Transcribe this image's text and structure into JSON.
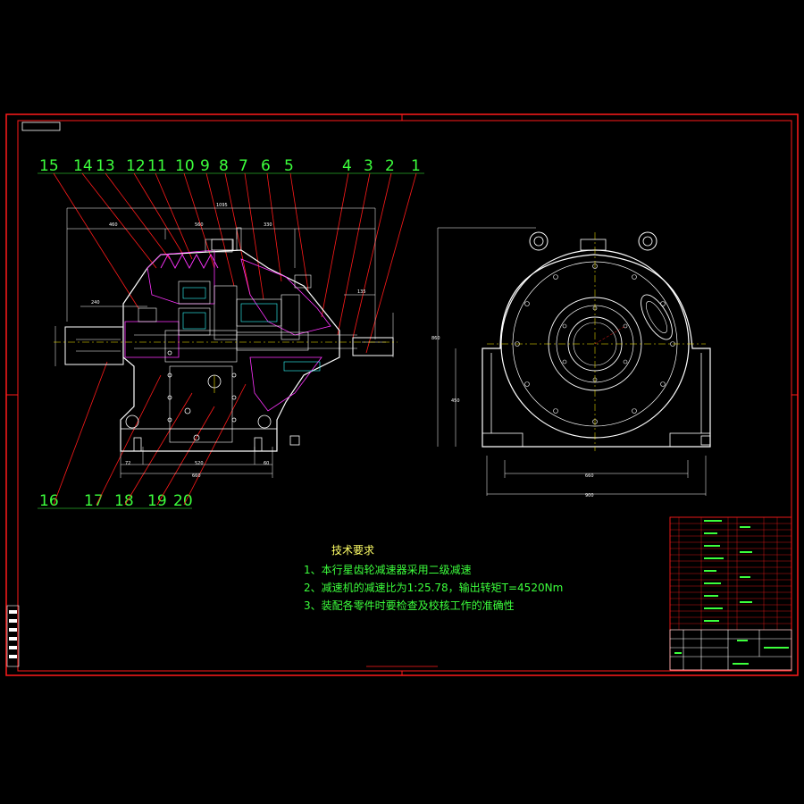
{
  "balloons_top": [
    "15",
    "14",
    "13",
    "12",
    "11",
    "10",
    "9",
    "8",
    "7",
    "6",
    "5",
    "4",
    "3",
    "2",
    "1"
  ],
  "balloons_bottom": [
    "16",
    "17",
    "18",
    "19",
    "20"
  ],
  "technical_requirements": {
    "title": "技术要求",
    "items": [
      "1、本行星齿轮减速器采用二级减速",
      "2、减速机的减速比为1:25.78，输出转矩T=4520Nm",
      "3、装配各零件时要检查及校核工作的准确性"
    ]
  },
  "colors": {
    "background": "#000000",
    "frame": "#ff1a1a",
    "outline": "#ffffff",
    "leader": "#ff1a1a",
    "text": "#3cff3c",
    "section": "#ff33ff",
    "centerline": "#ffee00"
  }
}
